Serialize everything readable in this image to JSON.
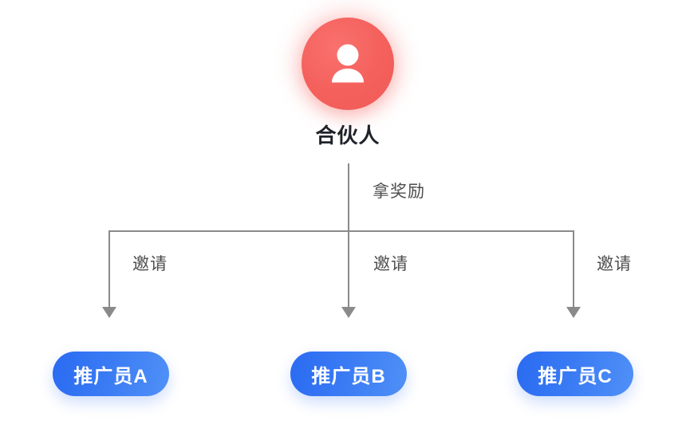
{
  "diagram": {
    "type": "tree-flow",
    "background_color": "#ffffff",
    "root": {
      "label": "合伙人",
      "icon": "person-icon",
      "shape": "circle",
      "color": "#f4605c",
      "label_color": "#1f2329"
    },
    "trunk_edge": {
      "label": "拿奖励",
      "color": "#8a8a8a"
    },
    "branch_edges": [
      {
        "label": "邀请",
        "color": "#8a8a8a"
      },
      {
        "label": "邀请",
        "color": "#8a8a8a"
      },
      {
        "label": "邀请",
        "color": "#8a8a8a"
      }
    ],
    "children": [
      {
        "label": "推广员A",
        "color_start": "#2a6bf2",
        "color_end": "#5090f7",
        "text_color": "#ffffff"
      },
      {
        "label": "推广员B",
        "color_start": "#2a6bf2",
        "color_end": "#5090f7",
        "text_color": "#ffffff"
      },
      {
        "label": "推广员C",
        "color_start": "#2a6bf2",
        "color_end": "#5090f7",
        "text_color": "#ffffff"
      }
    ]
  }
}
